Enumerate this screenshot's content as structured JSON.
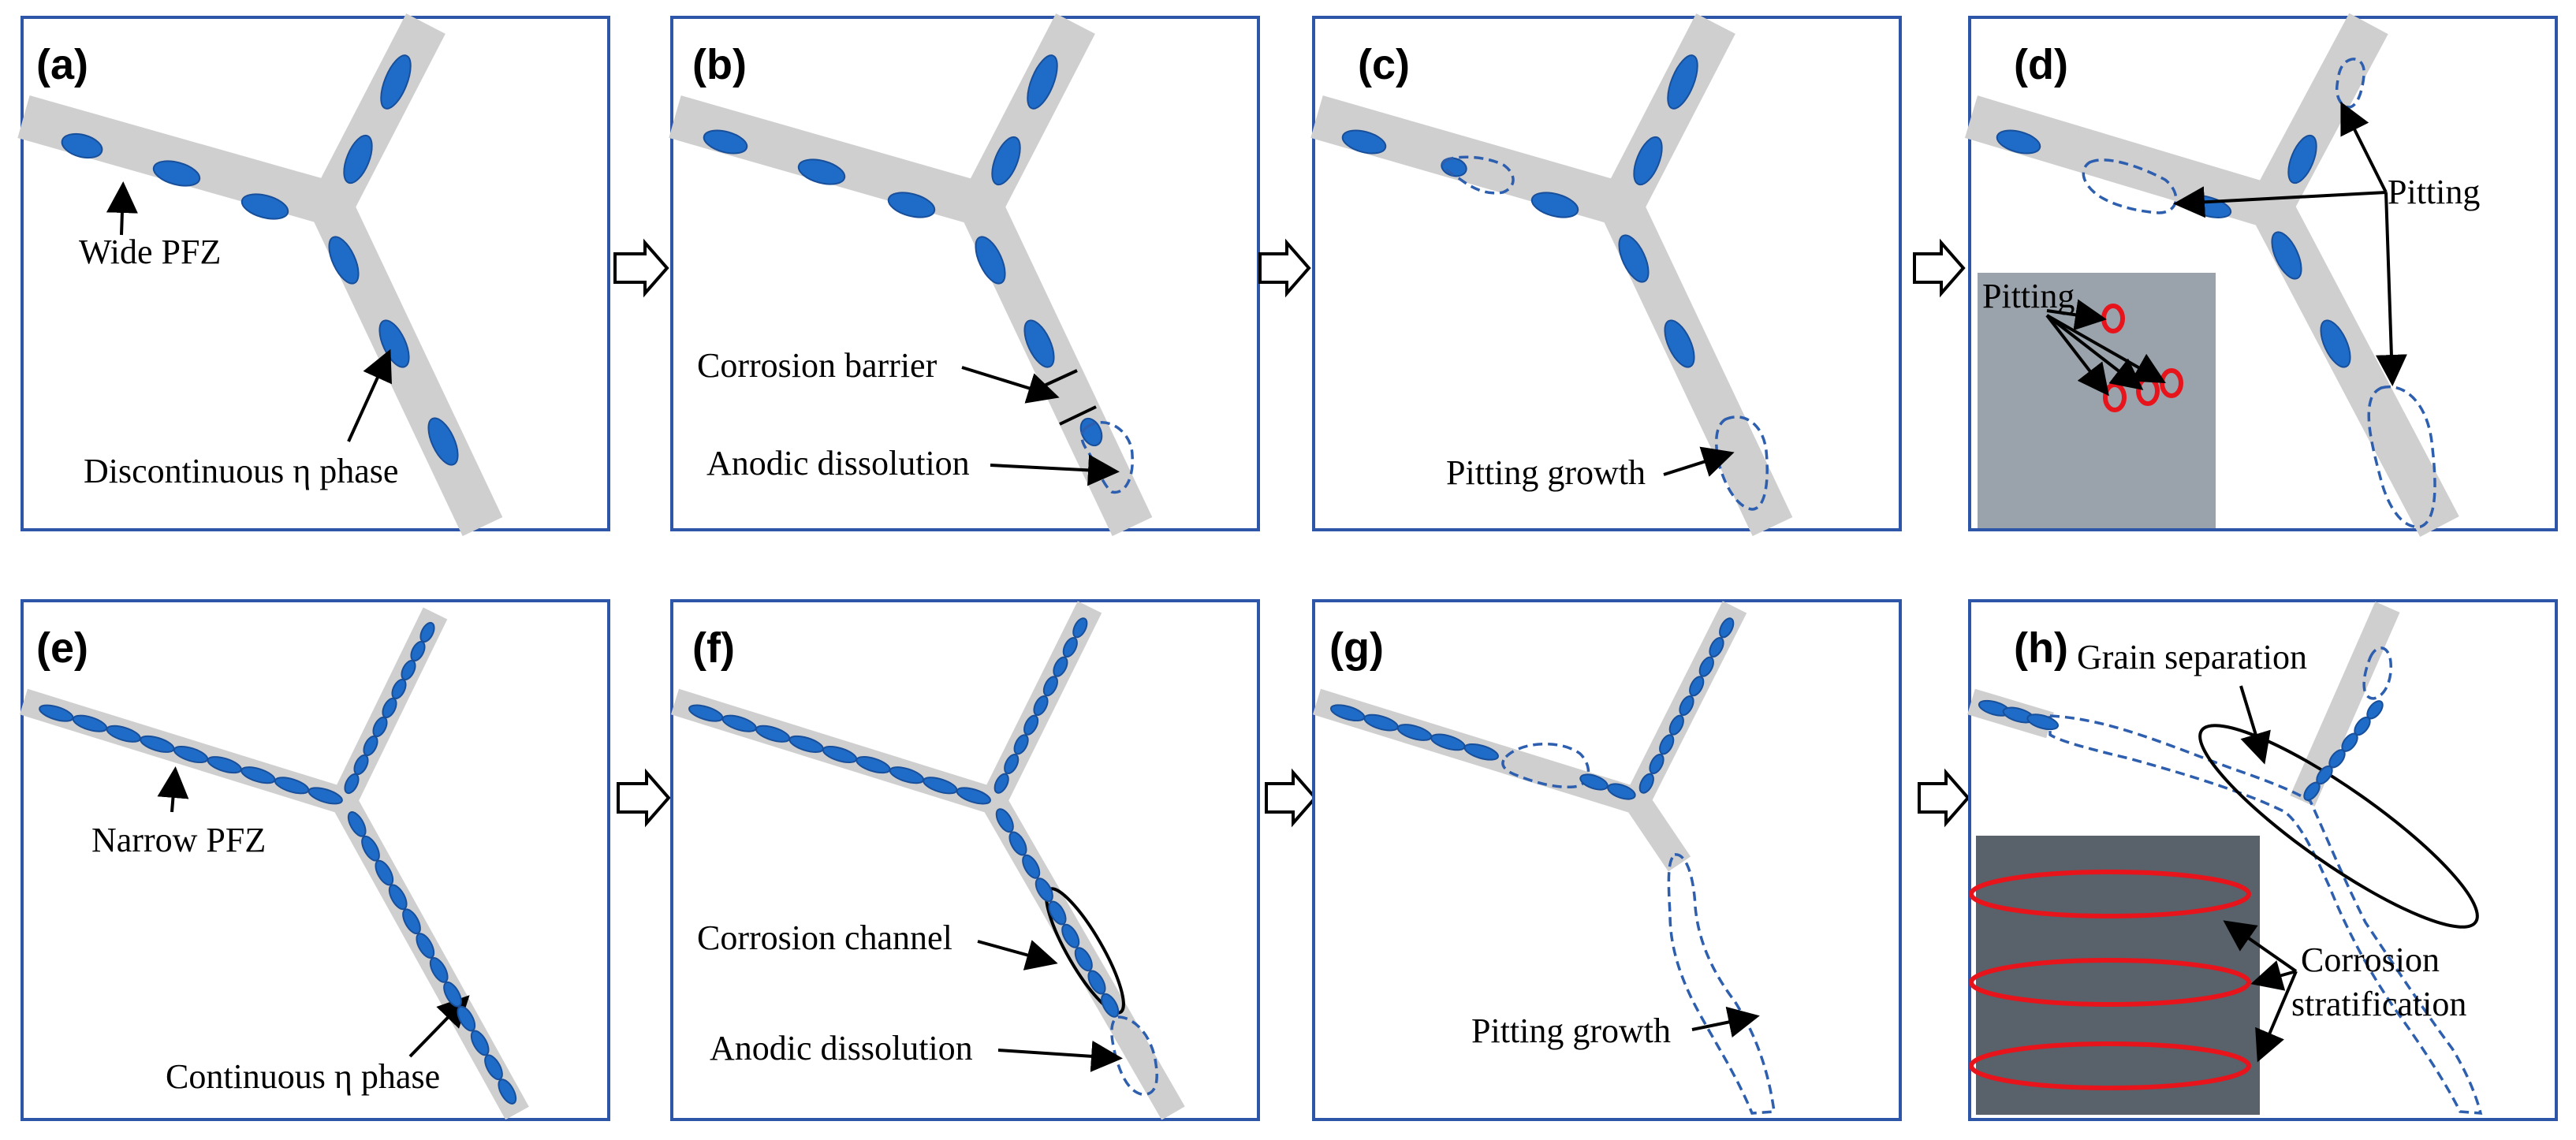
{
  "colors": {
    "frame": "#2e56a8",
    "boundary": "#d0cfd0",
    "eta_phase": "#1f6cc8",
    "corrosion_outline": "#2d5fae",
    "highlight_red": "#e8141c"
  },
  "panels": [
    {
      "id": "a",
      "label": "(a)",
      "annotations": [
        "Wide PFZ",
        "Discontinuous η phase"
      ]
    },
    {
      "id": "b",
      "label": "(b)",
      "annotations": [
        "Corrosion barrier",
        "Anodic dissolution"
      ]
    },
    {
      "id": "c",
      "label": "(c)",
      "annotations": [
        "Pitting growth"
      ]
    },
    {
      "id": "d",
      "label": "(d)",
      "annotations": [
        "Pitting",
        "Pitting"
      ]
    },
    {
      "id": "e",
      "label": "(e)",
      "annotations": [
        "Narrow PFZ",
        "Continuous η phase"
      ]
    },
    {
      "id": "f",
      "label": "(f)",
      "annotations": [
        "Corrosion channel",
        "Anodic dissolution"
      ]
    },
    {
      "id": "g",
      "label": "(g)",
      "annotations": [
        "Pitting growth"
      ]
    },
    {
      "id": "h",
      "label": "(h)",
      "annotations": [
        "Grain separation",
        "Corrosion",
        "stratification"
      ]
    }
  ]
}
